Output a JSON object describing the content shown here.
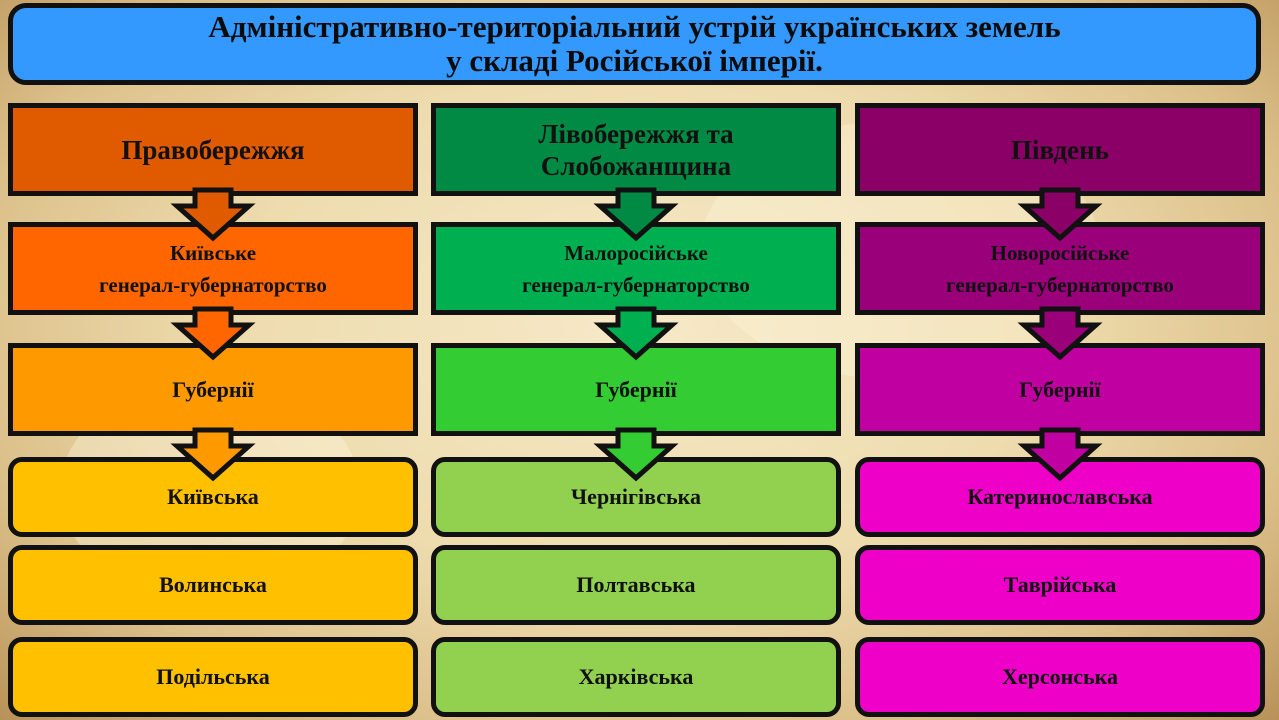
{
  "title": {
    "line1": "Адміністративно-територіальний  устрій  українських  земель",
    "line2": "у складі Російської  імперії."
  },
  "columns": [
    {
      "header": "Правобережжя",
      "gov_line1": "Київське",
      "gov_line2": "генерал-губернаторство",
      "gubernias_label": "Губернії",
      "provinces": [
        "Київська",
        "Волинська",
        "Подільська"
      ],
      "colors": {
        "header": "#e05a00",
        "gov": "#ff6600",
        "gub": "#ff9900",
        "prov": "#ffc000"
      }
    },
    {
      "header": "Лівобережжя та Слобожанщина",
      "gov_line1": "Малоросійське",
      "gov_line2": "генерал-губернаторство",
      "gubernias_label": "Губернії",
      "provinces": [
        "Чернігівська",
        "Полтавська",
        "Харківська"
      ],
      "colors": {
        "header": "#008a44",
        "gov": "#00b050",
        "gub": "#33cc33",
        "prov": "#92d050"
      }
    },
    {
      "header": "Південь",
      "gov_line1": "Новоросійське",
      "gov_line2": "генерал-губернаторство",
      "gubernias_label": "Губернії",
      "provinces": [
        "Катеринославська",
        "Таврійська",
        "Херсонська"
      ],
      "colors": {
        "header": "#8b0066",
        "gov": "#99007a",
        "gub": "#c000a0",
        "prov": "#ee00c8"
      }
    }
  ]
}
